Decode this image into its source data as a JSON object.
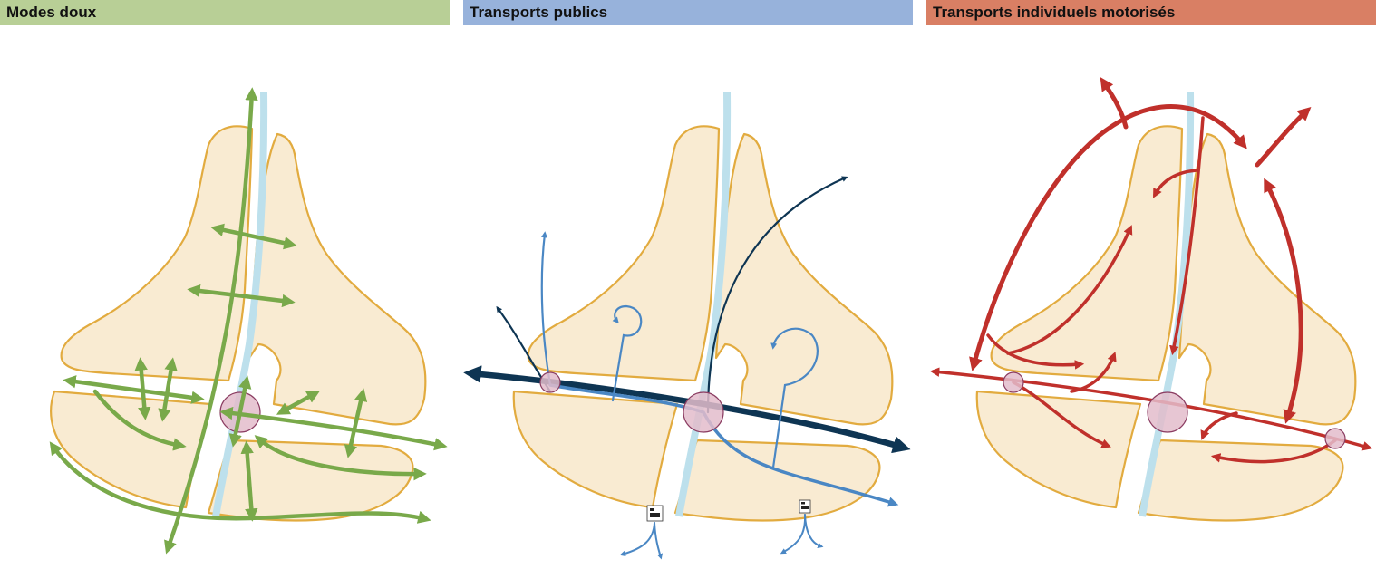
{
  "panels": [
    {
      "title": "Modes doux",
      "color": "#b8cf96",
      "arrow": "#79a94a"
    },
    {
      "title": "Transports publics",
      "color": "#97b2db",
      "arrow_light": "#4a87c4",
      "arrow_dark": "#0e3553"
    },
    {
      "title": "Transports individuels motorisés",
      "color": "#d97f64",
      "arrow": "#c0302b"
    }
  ]
}
